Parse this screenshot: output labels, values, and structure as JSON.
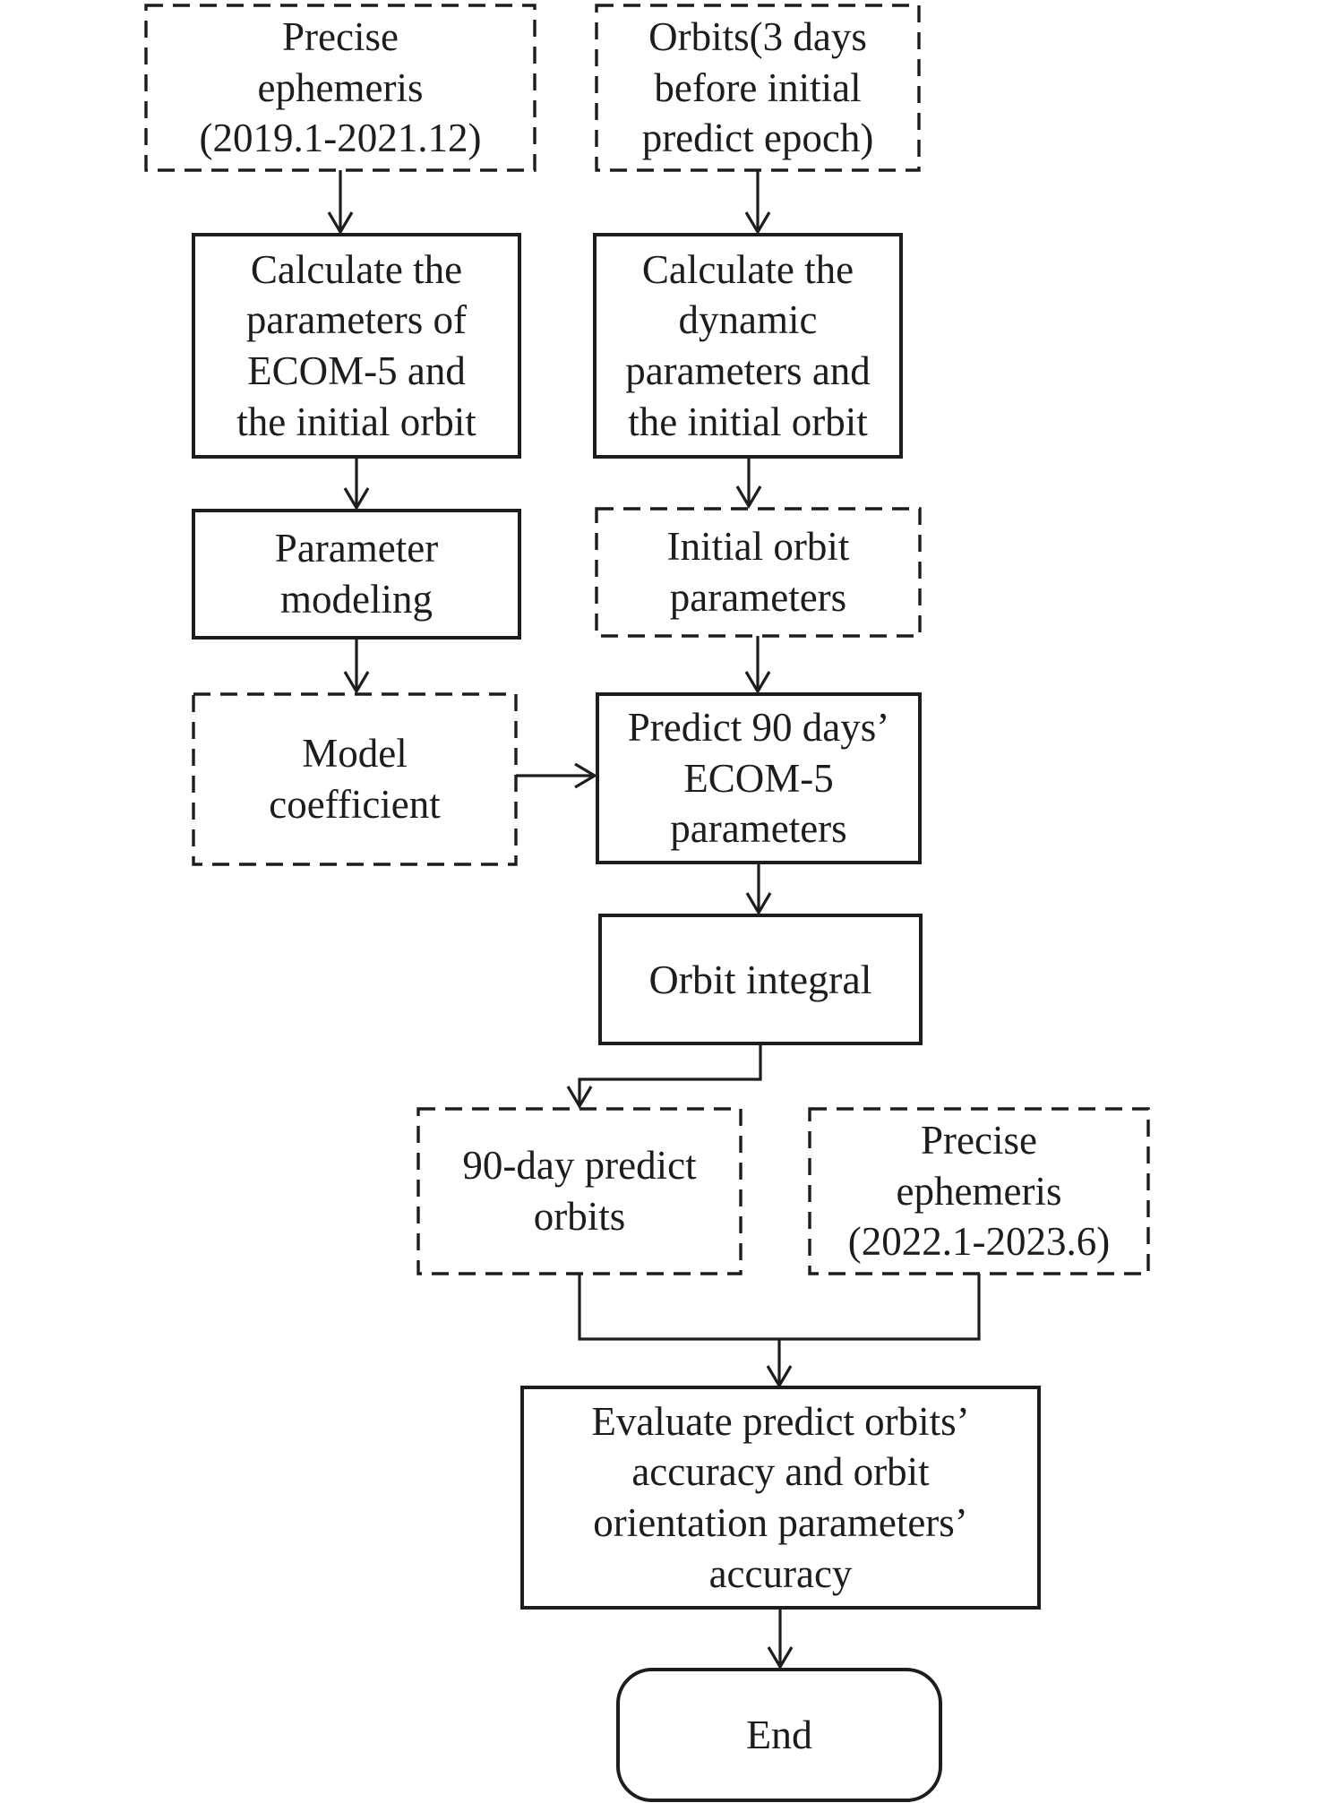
{
  "colors": {
    "ink": "#1d1d1d",
    "background": "#ffffff"
  },
  "nodes": {
    "precise_ephemeris_2019": {
      "label": "Precise\nephemeris\n(2019.1-2021.12)",
      "shape": "rect",
      "border": "dashed"
    },
    "orbits_3_days": {
      "label": "Orbits(3 days\nbefore initial\npredict epoch)",
      "shape": "rect",
      "border": "dashed"
    },
    "calc_ecom5": {
      "label": "Calculate the\nparameters of\nECOM-5 and\nthe initial orbit",
      "shape": "rect",
      "border": "solid"
    },
    "calc_dynamic": {
      "label": "Calculate the\ndynamic\nparameters and\nthe initial orbit",
      "shape": "rect",
      "border": "solid"
    },
    "parameter_modeling": {
      "label": "Parameter\nmodeling",
      "shape": "rect",
      "border": "solid"
    },
    "initial_orbit_params": {
      "label": "Initial orbit\nparameters",
      "shape": "rect",
      "border": "dashed"
    },
    "model_coefficient": {
      "label": "Model\ncoefficient",
      "shape": "rect",
      "border": "dashed"
    },
    "predict_ecom5": {
      "label": "Predict 90 days’\nECOM-5\nparameters",
      "shape": "rect",
      "border": "solid"
    },
    "orbit_integral": {
      "label": "Orbit integral",
      "shape": "rect",
      "border": "solid"
    },
    "predict_orbits_90day": {
      "label": "90-day predict\norbits",
      "shape": "rect",
      "border": "dashed"
    },
    "precise_ephemeris_2022": {
      "label": "Precise\nephemeris\n(2022.1-2023.6)",
      "shape": "rect",
      "border": "dashed"
    },
    "evaluate_accuracy": {
      "label": "Evaluate predict orbits’\naccuracy and orbit\norientation parameters’\naccuracy",
      "shape": "rect",
      "border": "solid"
    },
    "end": {
      "label": "End",
      "shape": "rounded",
      "border": "solid"
    }
  },
  "edges": [
    {
      "from": "precise_ephemeris_2019",
      "to": "calc_ecom5"
    },
    {
      "from": "orbits_3_days",
      "to": "calc_dynamic"
    },
    {
      "from": "calc_ecom5",
      "to": "parameter_modeling"
    },
    {
      "from": "calc_dynamic",
      "to": "initial_orbit_params"
    },
    {
      "from": "parameter_modeling",
      "to": "model_coefficient"
    },
    {
      "from": "initial_orbit_params",
      "to": "predict_ecom5"
    },
    {
      "from": "model_coefficient",
      "to": "predict_ecom5"
    },
    {
      "from": "predict_ecom5",
      "to": "orbit_integral"
    },
    {
      "from": "orbit_integral",
      "to": "predict_orbits_90day"
    },
    {
      "from": "predict_orbits_90day",
      "to": "evaluate_accuracy"
    },
    {
      "from": "precise_ephemeris_2022",
      "to": "evaluate_accuracy"
    },
    {
      "from": "evaluate_accuracy",
      "to": "end"
    }
  ]
}
